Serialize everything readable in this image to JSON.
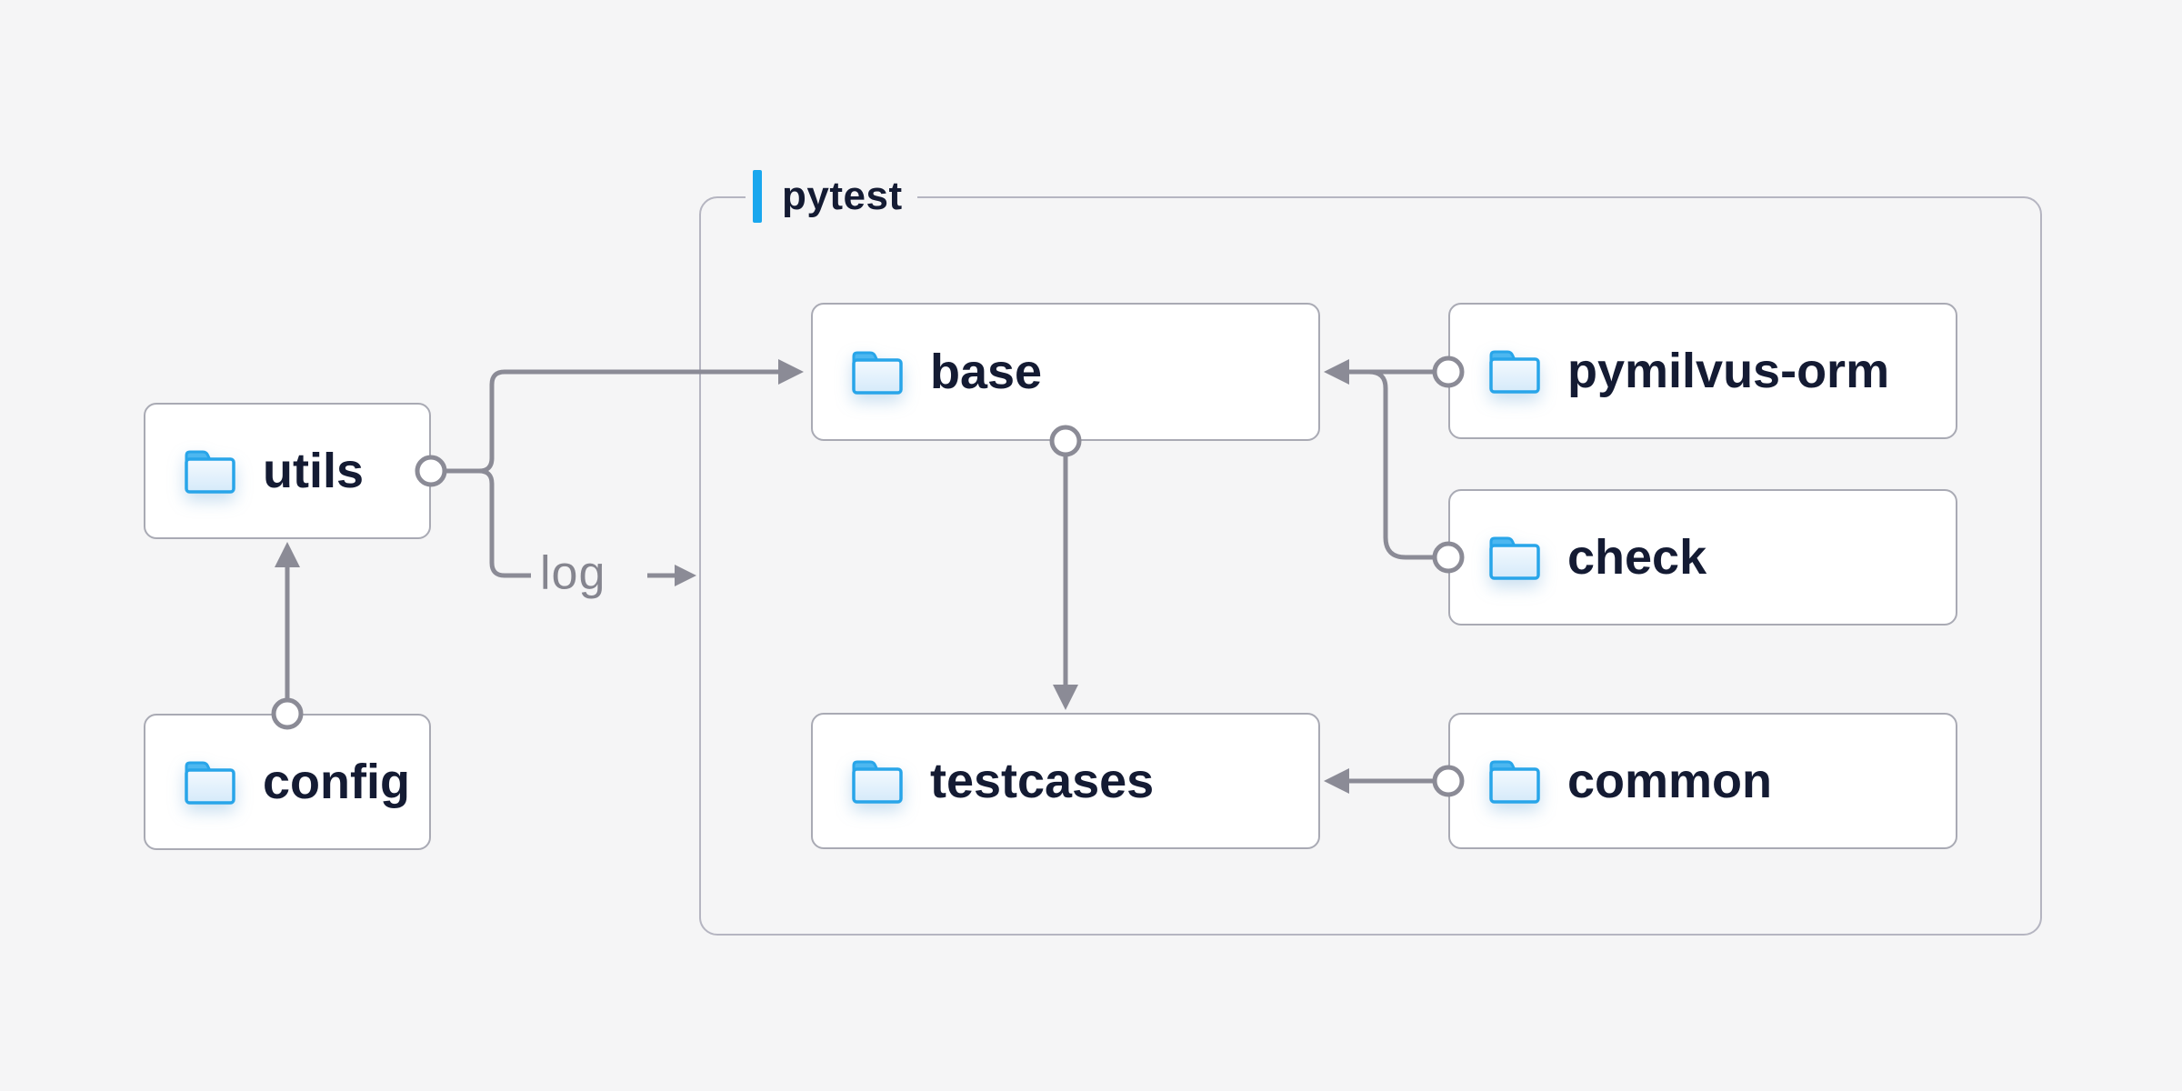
{
  "group": {
    "label": "pytest"
  },
  "nodes": {
    "utils": {
      "label": "utils",
      "icon": "folder-icon"
    },
    "config": {
      "label": "config",
      "icon": "folder-icon"
    },
    "base": {
      "label": "base",
      "icon": "folder-icon"
    },
    "pymilvus_orm": {
      "label": "pymilvus-orm",
      "icon": "folder-icon"
    },
    "check": {
      "label": "check",
      "icon": "folder-icon"
    },
    "testcases": {
      "label": "testcases",
      "icon": "folder-icon"
    },
    "common": {
      "label": "common",
      "icon": "folder-icon"
    }
  },
  "edges": {
    "log_label": "log",
    "connections": [
      {
        "from": "config",
        "to": "utils"
      },
      {
        "from": "utils",
        "to": "base"
      },
      {
        "from": "utils",
        "to": "pytest-group",
        "via_label": "log"
      },
      {
        "from": "base",
        "to": "testcases"
      },
      {
        "from": "pymilvus-orm",
        "to": "base"
      },
      {
        "from": "check",
        "to": "base"
      },
      {
        "from": "common",
        "to": "testcases"
      }
    ]
  },
  "colors": {
    "background": "#f5f5f6",
    "node_fill": "#ffffff",
    "node_border": "#a9aab4",
    "group_border": "#b5b5c1",
    "wire": "#8b8b96",
    "text": "#141b33",
    "log_text": "#85858f",
    "accent_blue": "#19a7ee",
    "folder_stroke": "#28a5e9",
    "folder_tab": "#4db7f0"
  }
}
